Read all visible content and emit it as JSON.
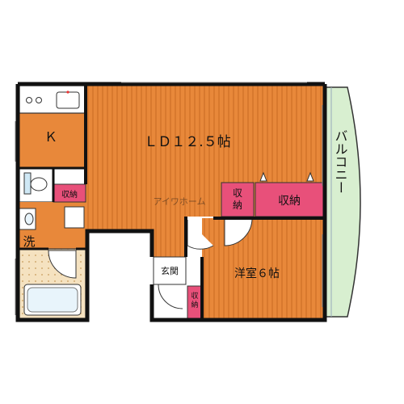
{
  "floorplan": {
    "rooms": {
      "ldk": {
        "label": "ＬＤ１２.５帖"
      },
      "kitchen": {
        "label": "Ｋ"
      },
      "western_room": {
        "label": "洋室６帖"
      },
      "balcony": {
        "label": "バルコニー"
      },
      "entrance": {
        "label": "玄関"
      },
      "washroom": {
        "label": "洗"
      }
    },
    "storage": {
      "kitchen_side": {
        "label": "収納"
      },
      "ld_small": {
        "label": "収納"
      },
      "ld_large": {
        "label": "収納"
      },
      "entrance_side": {
        "label": "収納"
      }
    },
    "watermark": "アイワホーム"
  },
  "colors": {
    "floor_wood": "#E8883A",
    "floor_line": "#C86A22",
    "storage_pink": "#E8507A",
    "balcony_green": "#D8EFD0",
    "wall": "#111111",
    "tile": "#F5E2C0"
  }
}
